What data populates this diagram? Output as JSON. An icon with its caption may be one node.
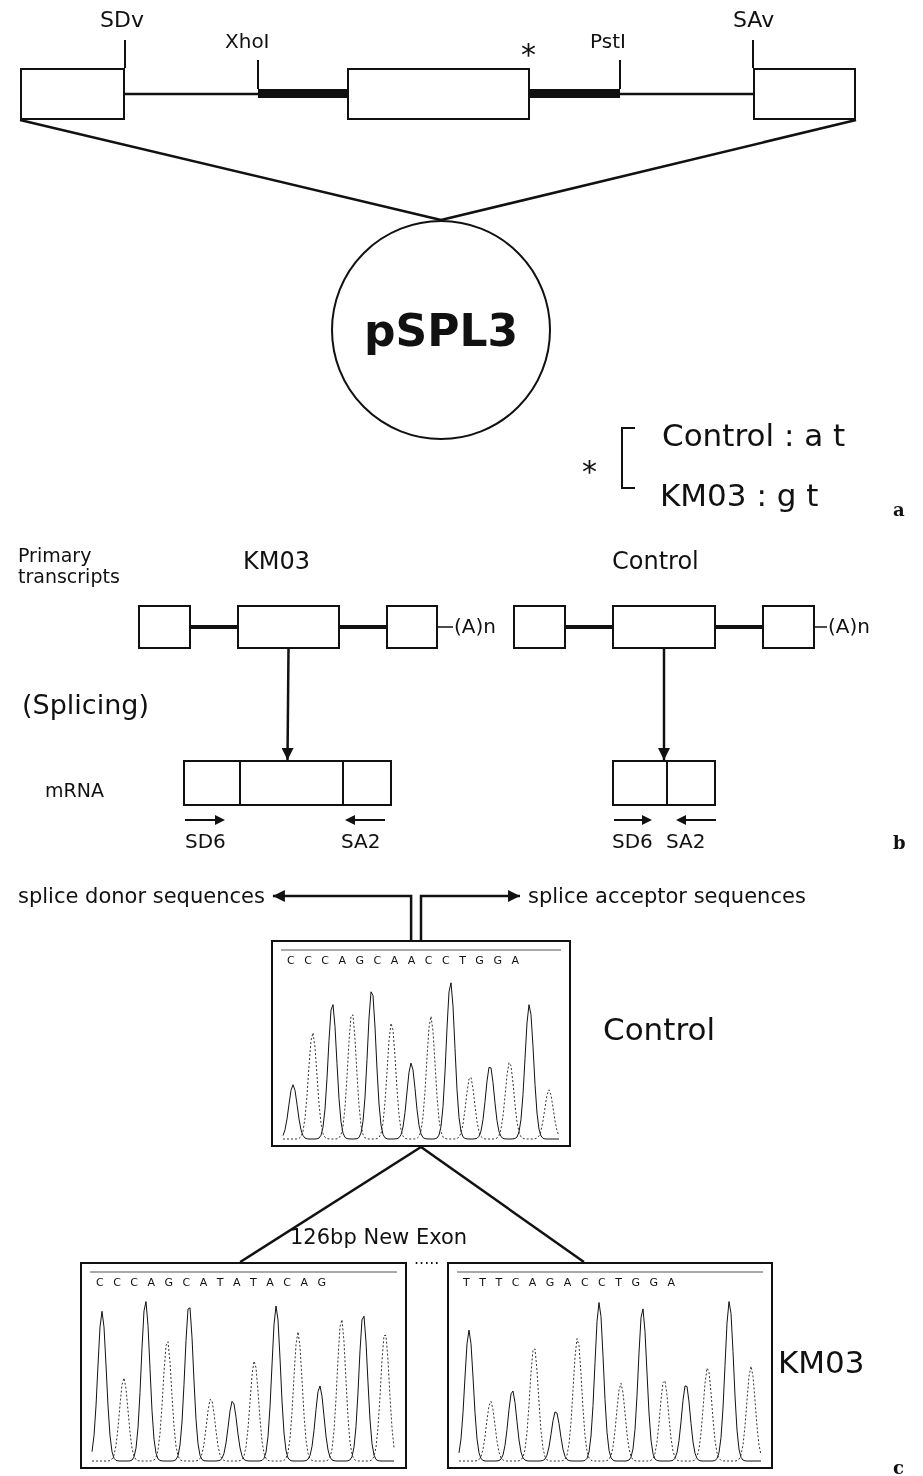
{
  "diagram": {
    "nodes": [
      {
        "text": [],
        "shape": "box",
        "beside": [
          "SDv"
        ]
      },
      {
        "text": [],
        "shape": "box"
      },
      {
        "text": [],
        "shape": "box",
        "beside": [
          "SAv"
        ]
      },
      {
        "text": [
          "pSPL3"
        ]
      },
      {
        "text": [],
        "shape": "box"
      },
      {
        "text": [],
        "shape": "box"
      },
      {
        "text": [],
        "shape": "box",
        "beside": [
          "(A)n"
        ]
      },
      {
        "text": [],
        "shape": "box"
      },
      {
        "text": [],
        "shape": "box"
      },
      {
        "text": [],
        "shape": "box",
        "beside": [
          "(A)n"
        ]
      },
      {
        "text": [],
        "shape": "box"
      },
      {
        "text": [],
        "shape": "box"
      },
      {
        "text": [
          "splice donor sequences"
        ]
      },
      {
        "text": [
          "splice acceptor sequences"
        ]
      },
      {
        "text": [
          "C C C A G C A A C C T G G A"
        ],
        "beside": [
          "Control"
        ]
      },
      {
        "text": [
          "C C C A G C A T A T A C A G"
        ]
      },
      {
        "text": [
          "T T T C A G A C C T G G A"
        ]
      }
    ],
    "edges": [
      {
        "from": 0,
        "to": 1,
        "arrow": "none"
      },
      {
        "from": 1,
        "to": 2,
        "arrow": "none"
      },
      {
        "from": 0,
        "to": 3,
        "arrow": "none"
      },
      {
        "from": 2,
        "to": 3,
        "arrow": "none"
      },
      {
        "from": 4,
        "to": 5,
        "arrow": "none"
      },
      {
        "from": 5,
        "to": 6,
        "arrow": "none"
      },
      {
        "from": 7,
        "to": 8,
        "arrow": "none"
      },
      {
        "from": 8,
        "to": 9,
        "arrow": "none"
      },
      {
        "from": 5,
        "to": 10,
        "arrow": "to"
      },
      {
        "from": 8,
        "to": 11,
        "arrow": "to"
      },
      {
        "from": 14,
        "to": 12,
        "arrow": "to"
      },
      {
        "from": 14,
        "to": 13,
        "arrow": "to"
      },
      {
        "from": 14,
        "to": 15,
        "arrow": "none"
      },
      {
        "from": 14,
        "to": 16,
        "arrow": "none"
      }
    ],
    "labels": [
      "XhoI",
      "*",
      "PstI",
      "*",
      "Control : a t",
      "KM03 : g t",
      "a",
      "Primary transcripts",
      "KM03",
      "Control",
      "(Splicing)",
      "mRNA",
      "SD6",
      "SA2",
      "SD6",
      "SA2",
      "b",
      "126bp New Exon",
      ".....",
      "KM03",
      "c"
    ]
  }
}
